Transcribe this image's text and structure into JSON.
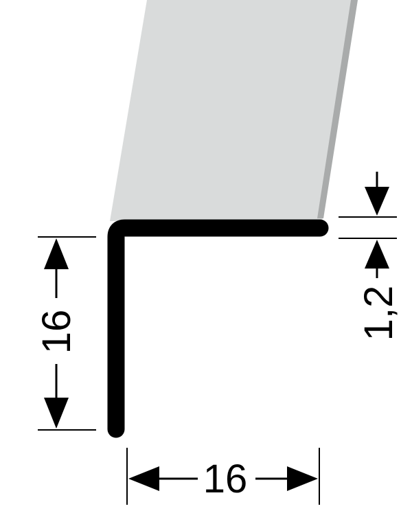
{
  "dimensions": {
    "height": "16",
    "width": "16",
    "thickness": "1,2"
  },
  "colors": {
    "surface": "#d9dbdb",
    "edge_shade": "#a9abab",
    "profile": "#000000",
    "background": "#ffffff"
  }
}
